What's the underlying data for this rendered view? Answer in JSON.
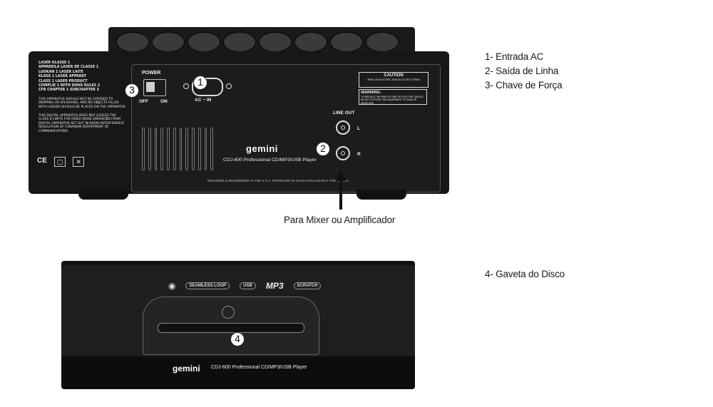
{
  "rear_panel": {
    "laser_label": "LASER KLASSE 1\nAPPAREILA LASER DE CLASSE 1\nLUOKAN 1 LASER LAITE\nKLASS 1 LASER APPARAT\nCLASS 1 LASER PRODUCT\nCOMPLIE 3 WITH DHHS RULES 2\nCFR CHAPTER 1 SUBCHAPTER 3",
    "moisture_notice": "THIS APPARATUS SHOULD NOT BE EXPOSED TO DRIPPING OR SPLASHING, AND NO OBJECTS FILLED WITH LIQUIDS SHOULD BE PLACED ON THE APPARATUS",
    "emissions_notice": "THIS DIGITAL APPARATUS DOES NOT EXCEED THE CLASS B LIMITS FOR RADIO NOISE EMISSIONS FROM DIGITAL APPARATUS SET OUT IN RADIO INTERFERENCE REGULATION OF CANADIAN DEPARTMENT OF COMMUNICATIONS",
    "cert_ce": "CE",
    "power_label": "POWER",
    "off_label": "OFF",
    "on_label": "ON",
    "ac_label": "AC ~ IN",
    "line_out_label": "LINE OUT",
    "left_label": "L",
    "right_label": "R",
    "brand": "gemini",
    "model": "CDJ-600 Professional CD/MP3/USB Player",
    "designed_text": "DESIGNED & ENGINEERED IN THE U.S.A. PRODUCED IN CHINA EXCLUSIVELY FOR GEMINI",
    "caution_title": "CAUTION",
    "caution_text": "RISK OF ELECTRIC SHOCK DO NOT OPEN",
    "warning_title": "WARNING:",
    "warning_text": "TO REDUCE THE RISK OF FIRE OR ELECTRIC SHOCK, DO NOT EXPOSE THIS EQUIPMENT TO RAIN OR MOISTURE"
  },
  "front_panel": {
    "brand": "gemini",
    "model": "CDJ-600 Professional CD/MP3/USB Player",
    "logo_seamless": "SEAMLESS LOOP",
    "logo_usb": "USB",
    "logo_mp3": "MP3",
    "logo_scratch": "SCRATCH"
  },
  "callouts": {
    "c1": "1",
    "c2": "2",
    "c3": "3",
    "c4": "4"
  },
  "legend": {
    "item1": "1- Entrada AC",
    "item2": "2- Saída de Linha",
    "item3": "3- Chave de Força",
    "item4": "4- Gaveta do Disco"
  },
  "caption": "Para Mixer ou Amplificador",
  "colors": {
    "device_body": "#171717",
    "panel_text": "#eeeeee",
    "callout_bg": "#ffffff",
    "label_text": "#1a1a1a"
  }
}
